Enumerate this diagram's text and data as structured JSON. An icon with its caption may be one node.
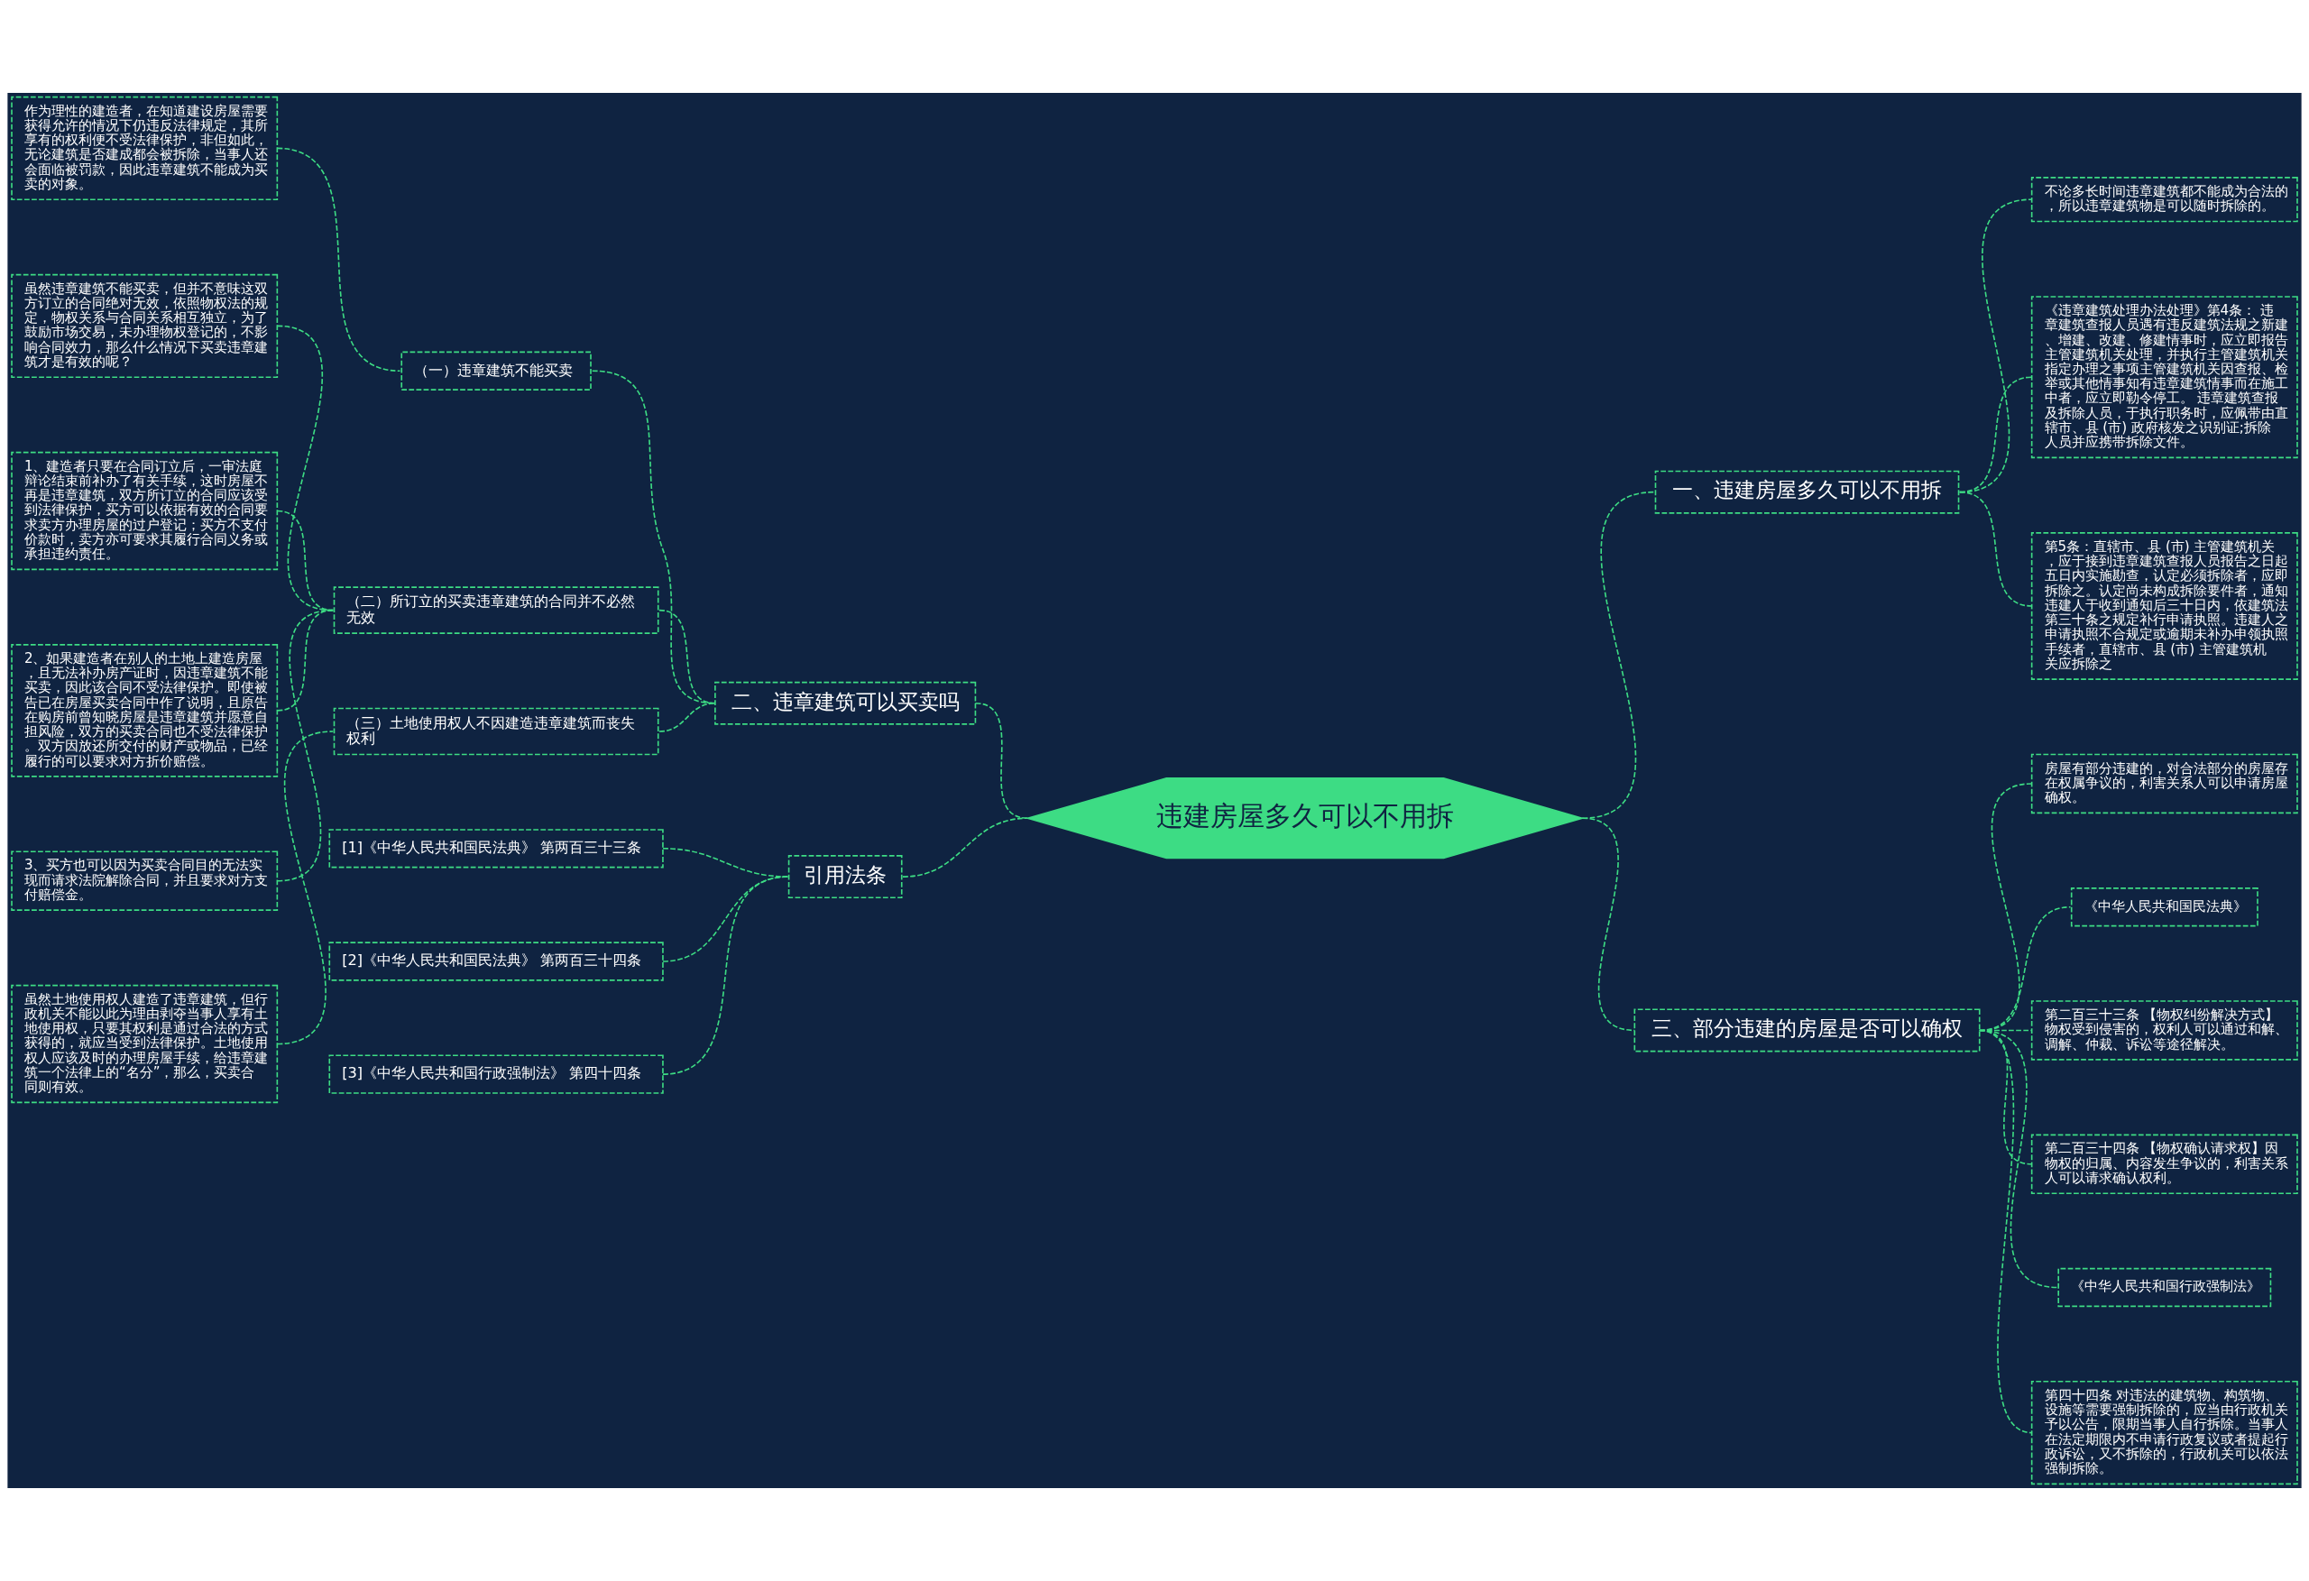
{
  "diagram": {
    "nodes": [
      {
        "text": [
          "违建房屋多久可以不用拆"
        ]
      },
      {
        "text": [
          "一、违建房屋多久可以不用拆"
        ]
      },
      {
        "text": [
          "不论多长时间违章建筑都不能成为合法的，所以违章建筑物是可以随时拆除的。"
        ]
      },
      {
        "text": [
          "《违章建筑处理办法处理》第4条： 违章建筑查报人员遇有违反建筑法规之新建、增建、改建、修建情事时，应立即报告主管建筑机关处理，并执行主管建筑机关指定办理之事项主管建筑机关因查报、检举或其他情事知有违章建筑情事而在施工中者，应立即勒令停工。 违章建筑查报及拆除人员，于执行职务时，应佩带由直辖市、县 (市) 政府核发之识别证;拆除人员并应携带拆除文件。"
        ]
      },
      {
        "text": [
          "第5条：直辖市、县 (市) 主管建筑机关，应于接到违章建筑查报人员报告之日起五日内实施勘查，认定必须拆除者，应即拆除之。认定尚未构成拆除要件者，通知违建人于收到通知后三十日内，依建筑法第三十条之规定补行申请执照。违建人之申请执照不合规定或逾期未补办申领执照手续者，直辖市、县 (市) 主管建筑机关应拆除之"
        ]
      },
      {
        "text": [
          "二、违章建筑可以买卖吗"
        ]
      },
      {
        "text": [
          "（一）违章建筑不能买卖"
        ]
      },
      {
        "text": [
          "作为理性的建造者，在知道建设房屋需要获得允许的情况下仍违反法律规定，其所享有的权利便不受法律保护，非但如此，无论建筑是否建成都会被拆除，当事人还会面临被罚款，因此违章建筑不能成为买卖的对象。"
        ]
      },
      {
        "text": [
          "（二）所订立的买卖违章建筑的合同并不必然无效"
        ]
      },
      {
        "text": [
          "虽然违章建筑不能买卖，但并不意味这双方订立的合同绝对无效，依照物权法的规定，物权关系与合同关系相互独立，为了鼓励市场交易，未办理物权登记的，不影响合同效力，那么什么情况下买卖违章建筑才是有效的呢？"
        ]
      },
      {
        "text": [
          "1、建造者只要在合同订立后，一审法庭辩论结束前补办了有关手续，这时房屋不再是违章建筑，双方所订立的合同应该受到法律保护，买方可以依据有效的合同要求卖方办理房屋的过户登记；买方不支付价款时，卖方亦可要求其履行合同义务或承担违约责任。"
        ]
      },
      {
        "text": [
          "2、如果建造者在别人的土地上建造房屋，且无法补办房产证时，因违章建筑不能买卖，因此该合同不受法律保护。即使被告已在房屋买卖合同中作了说明，且原告在购房前曾知晓房屋是违章建筑并愿意自担风险，双方的买卖合同也不受法律保护。双方因放还所交付的财产或物品，已经履行的可以要求对方折价赔偿。"
        ]
      },
      {
        "text": [
          "3、买方也可以因为买卖合同目的无法实现而请求法院解除合同，并且要求对方支付赔偿金。"
        ]
      },
      {
        "text": [
          "（三）土地使用权人不因建造违章建筑而丧失权利"
        ]
      },
      {
        "text": [
          "虽然土地使用权人建造了违章建筑，但行政机关不能以此为理由剥夺当事人享有土地使用权，只要其权利是通过合法的方式获得的，就应当受到法律保护。土地使用权人应该及时的办理房屋手续，给违章建筑一个法律上的“名分”，那么，买卖合同则有效。"
        ]
      },
      {
        "text": [
          "三、部分违建的房屋是否可以确权"
        ]
      },
      {
        "text": [
          "房屋有部分违建的，对合法部分的房屋存在权属争议的，利害关系人可以申请房屋确权。"
        ]
      },
      {
        "text": [
          "《中华人民共和国民法典》"
        ]
      },
      {
        "text": [
          "第二百三十三条 【物权纠纷解决方式】物权受到侵害的，权利人可以通过和解、调解、仲裁、诉讼等途径解决。"
        ]
      },
      {
        "text": [
          "第二百三十四条 【物权确认请求权】因物权的归属、内容发生争议的，利害关系人可以请求确认权利。"
        ]
      },
      {
        "text": [
          "《中华人民共和国行政强制法》"
        ]
      },
      {
        "text": [
          "第四十四条 对违法的建筑物、构筑物、设施等需要强制拆除的，应当由行政机关予以公告，限期当事人自行拆除。当事人在法定期限内不申请行政复议或者提起行政诉讼，又不拆除的，行政机关可以依法强制拆除。"
        ]
      },
      {
        "text": [
          "引用法条"
        ]
      },
      {
        "text": [
          "[1]《中华人民共和国民法典》 第两百三十三条"
        ]
      },
      {
        "text": [
          "[2]《中华人民共和国民法典》 第两百三十四条"
        ]
      },
      {
        "text": [
          "[3]《中华人民共和国行政强制法》 第四十四条"
        ]
      }
    ],
    "edges": [
      {
        "from": 0,
        "to": 1,
        "arrow": "none",
        "style": "dashed"
      },
      {
        "from": 1,
        "to": 2,
        "arrow": "none",
        "style": "dashed"
      },
      {
        "from": 1,
        "to": 3,
        "arrow": "none",
        "style": "dashed"
      },
      {
        "from": 1,
        "to": 4,
        "arrow": "none",
        "style": "dashed"
      },
      {
        "from": 5,
        "to": 0,
        "arrow": "none",
        "style": "dashed"
      },
      {
        "from": 6,
        "to": 5,
        "arrow": "none",
        "style": "dashed"
      },
      {
        "from": 7,
        "to": 6,
        "arrow": "none",
        "style": "dashed"
      },
      {
        "from": 8,
        "to": 5,
        "arrow": "none",
        "style": "dashed"
      },
      {
        "from": 9,
        "to": 8,
        "arrow": "none",
        "style": "dashed"
      },
      {
        "from": 10,
        "to": 8,
        "arrow": "none",
        "style": "dashed"
      },
      {
        "from": 11,
        "to": 8,
        "arrow": "none",
        "style": "dashed"
      },
      {
        "from": 12,
        "to": 8,
        "arrow": "none",
        "style": "dashed"
      },
      {
        "from": 13,
        "to": 5,
        "arrow": "none",
        "style": "dashed"
      },
      {
        "from": 14,
        "to": 13,
        "arrow": "none",
        "style": "dashed"
      },
      {
        "from": 0,
        "to": 15,
        "arrow": "none",
        "style": "dashed"
      },
      {
        "from": 15,
        "to": 16,
        "arrow": "none",
        "style": "dashed"
      },
      {
        "from": 15,
        "to": 17,
        "arrow": "none",
        "style": "dashed"
      },
      {
        "from": 15,
        "to": 18,
        "arrow": "none",
        "style": "dashed"
      },
      {
        "from": 15,
        "to": 19,
        "arrow": "none",
        "style": "dashed"
      },
      {
        "from": 15,
        "to": 20,
        "arrow": "none",
        "style": "dashed"
      },
      {
        "from": 15,
        "to": 21,
        "arrow": "none",
        "style": "dashed"
      },
      {
        "from": 22,
        "to": 0,
        "arrow": "none",
        "style": "dashed"
      },
      {
        "from": 23,
        "to": 22,
        "arrow": "none",
        "style": "dashed"
      },
      {
        "from": 24,
        "to": 22,
        "arrow": "none",
        "style": "dashed"
      },
      {
        "from": 25,
        "to": 22,
        "arrow": "none",
        "style": "dashed"
      }
    ]
  }
}
